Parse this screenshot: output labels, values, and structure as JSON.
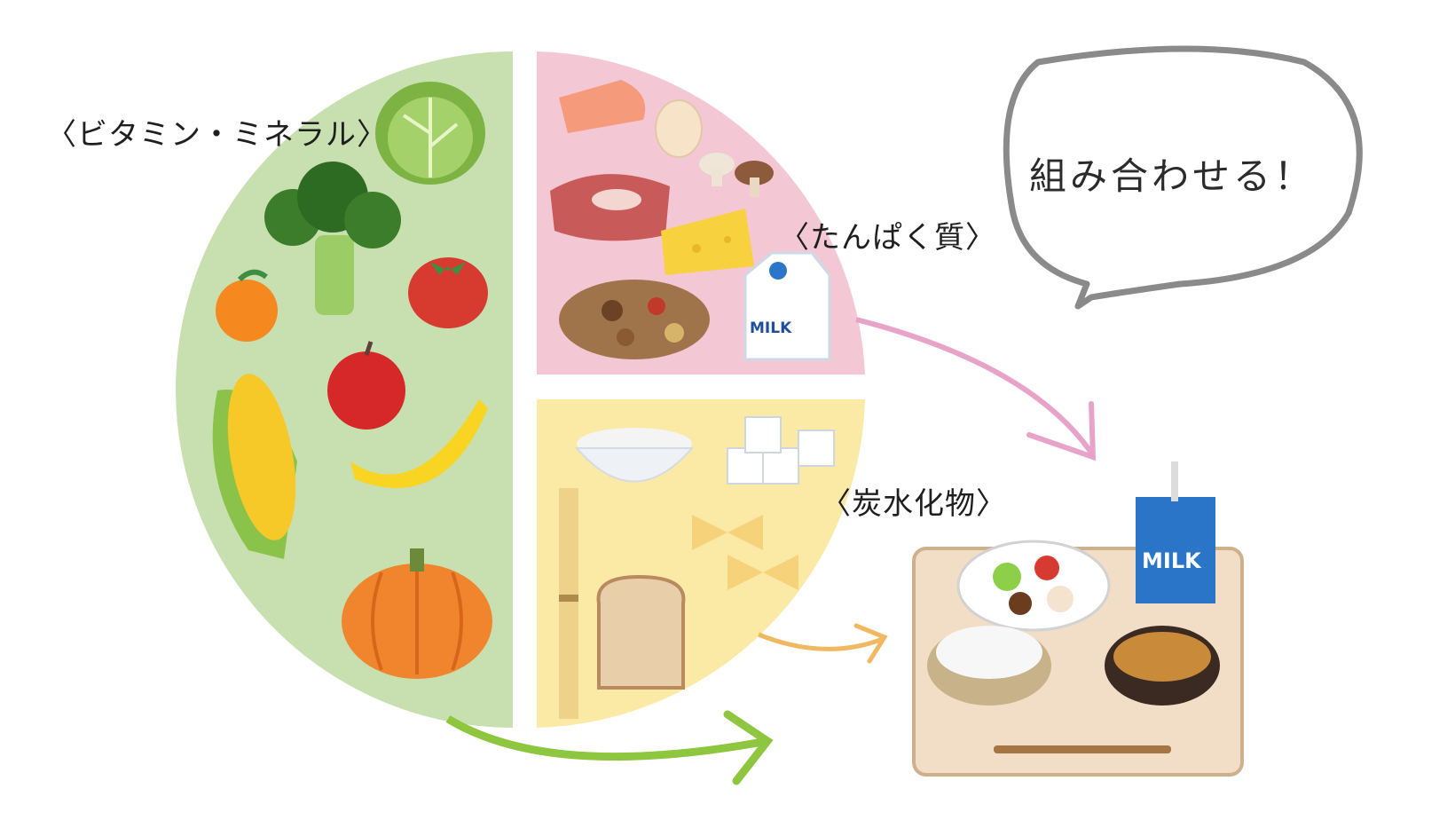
{
  "labels": {
    "vitamin_mineral": "〈ビタミン・ミネラル〉",
    "protein": "〈たんぱく質〉",
    "carbohydrate": "〈炭水化物〉"
  },
  "speech_bubble": {
    "text": "組み合わせる！"
  },
  "milk_carton_text": "MILK",
  "milk_pack_text": "MILK",
  "colors": {
    "vitamin_section": "#c8e0b0",
    "protein_section": "#f3c7d4",
    "carbohydrate_section": "#fbeaa5",
    "green_arrow": "#8ec63f",
    "pink_arrow": "#e8a4c8",
    "orange_arrow": "#f0b860",
    "bubble_outline": "#8a8a8a"
  },
  "icons": [
    "cabbage-icon",
    "broccoli-icon",
    "tomato-icon",
    "orange-icon",
    "corn-icon",
    "apple-icon",
    "banana-icon",
    "pumpkin-icon",
    "salmon-icon",
    "egg-icon",
    "mushroom-icon",
    "meat-icon",
    "cheese-icon",
    "nuts-icon",
    "milk-carton-icon",
    "rice-bowl-icon",
    "sugar-cubes-icon",
    "spaghetti-icon",
    "pasta-icon",
    "bread-icon",
    "meal-tray-icon"
  ]
}
